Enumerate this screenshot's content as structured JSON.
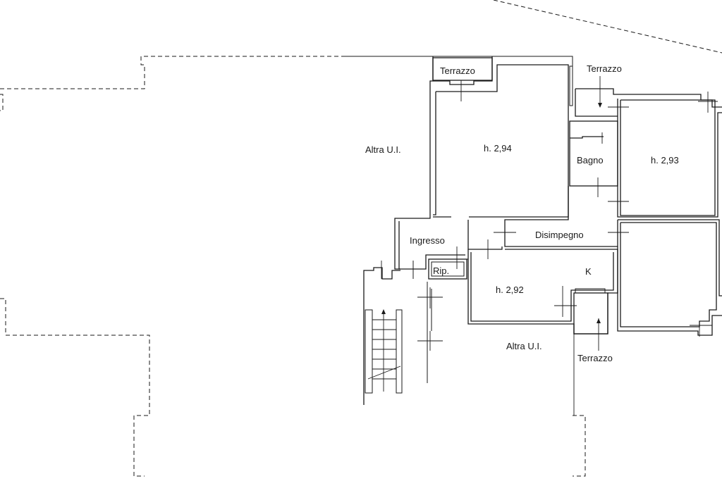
{
  "floorplan": {
    "labels": {
      "terrazzo_top": "Terrazzo",
      "terrazzo_top_right": "Terrazzo",
      "terrazzo_bottom": "Terrazzo",
      "altra_ui_left": "Altra U.I.",
      "altra_ui_bottom": "Altra U.I.",
      "room_main": "h. 2,94",
      "bagno": "Bagno",
      "room_right": "h. 2,93",
      "ingresso": "Ingresso",
      "disimpegno": "Disimpegno",
      "rip": "Rip.",
      "kitchen": "K",
      "room_kitchen": "h. 2,92"
    }
  }
}
